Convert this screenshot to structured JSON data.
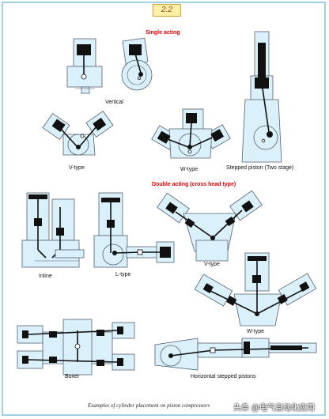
{
  "page_badge": "2.2",
  "headings": {
    "single_acting": "Single acting",
    "double_acting": "Double acting (cross head type)"
  },
  "labels": {
    "vertical": "Vertical",
    "v_type_single": "V-type",
    "w_type_single": "W-type",
    "stepped_piston": "Stepped piston (Two stage)",
    "inline": "Inline",
    "l_type": "L-type",
    "v_type_double": "V-type",
    "w_type_double": "W-type",
    "boxer": "Boxer",
    "horizontal_stepped": "Horizontal stepped pistons"
  },
  "caption": "Examples of cylinder placement on piston compressors",
  "watermark": "头条 @电气自动化应用",
  "colors": {
    "frame": "#9fd0e6",
    "casing_fill": "#daf0fa",
    "casing_stroke": "#556070",
    "parts": "#111111",
    "heading": "#e00000"
  }
}
